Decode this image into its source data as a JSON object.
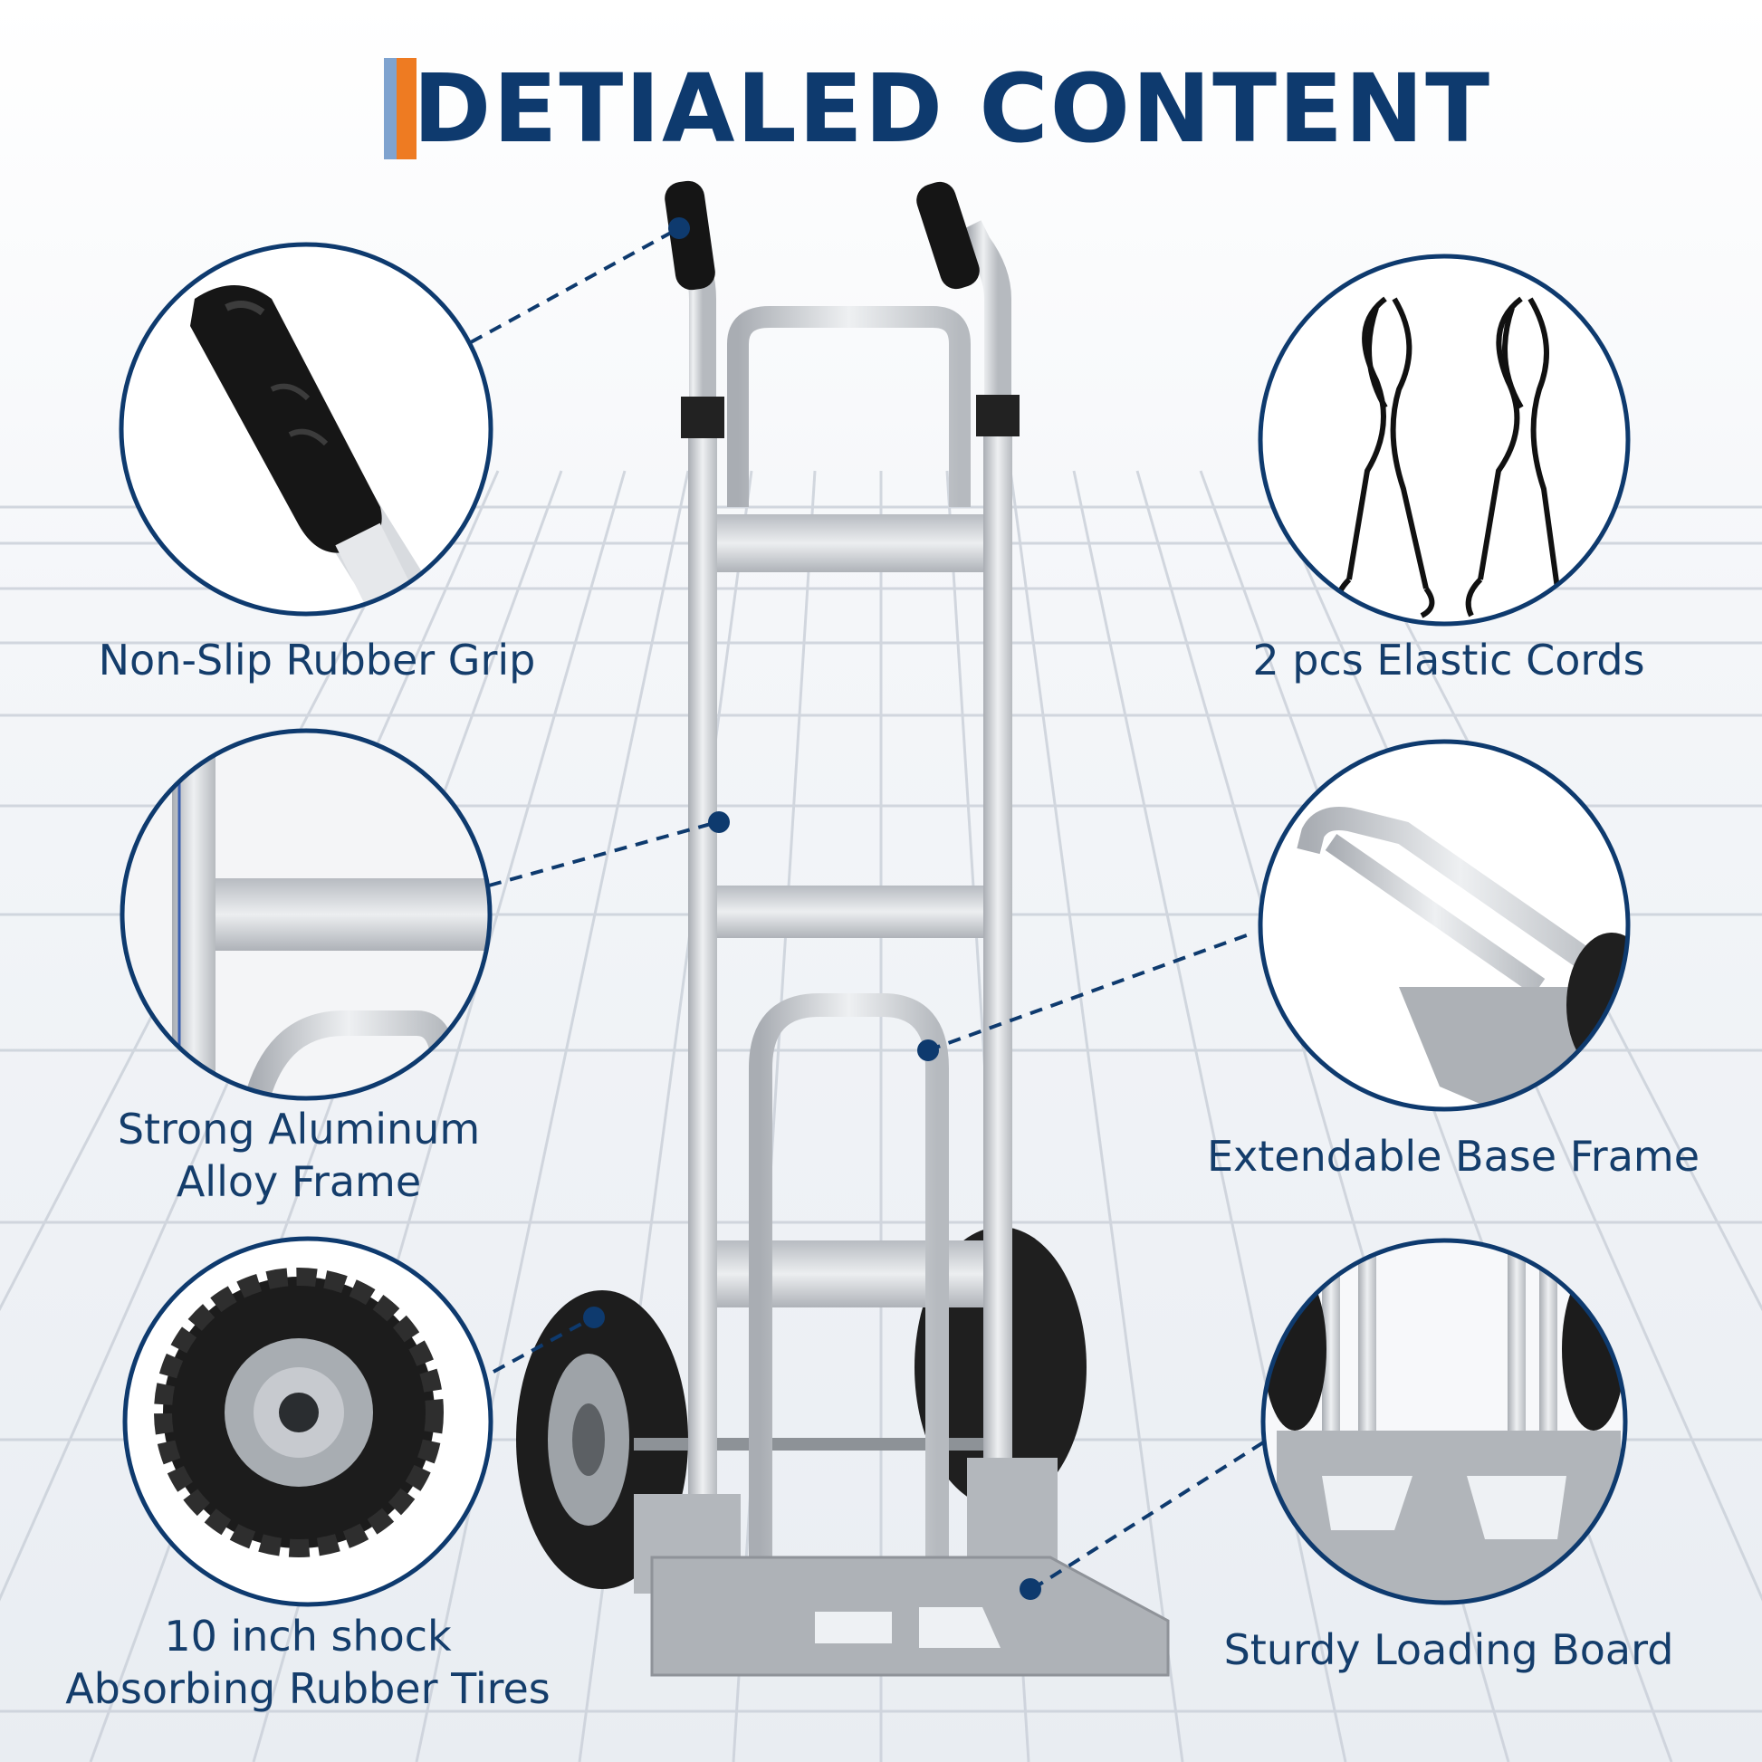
{
  "title": "DETIALED CONTENT",
  "colors": {
    "navy": "#0e3a6e",
    "accent_orange": "#ee7b22",
    "accent_lightblue": "#7fa3cf",
    "aluminum": "#c9ccd1",
    "rubber": "#1b1b1b"
  },
  "features": [
    {
      "label": "Non-Slip Rubber Grip",
      "icon": "rubber-grip-closeup"
    },
    {
      "label": "2 pcs Elastic Cords",
      "icon": "elastic-cords-closeup"
    },
    {
      "label_lines": [
        "Strong Aluminum",
        "Alloy Frame"
      ],
      "icon": "aluminum-frame-closeup"
    },
    {
      "label": "Extendable Base Frame",
      "icon": "base-frame-closeup"
    },
    {
      "label_lines": [
        "10 inch shock",
        "Absorbing Rubber Tires"
      ],
      "icon": "rubber-tire-closeup"
    },
    {
      "label": "Sturdy Loading Board",
      "icon": "loading-board-closeup"
    }
  ]
}
